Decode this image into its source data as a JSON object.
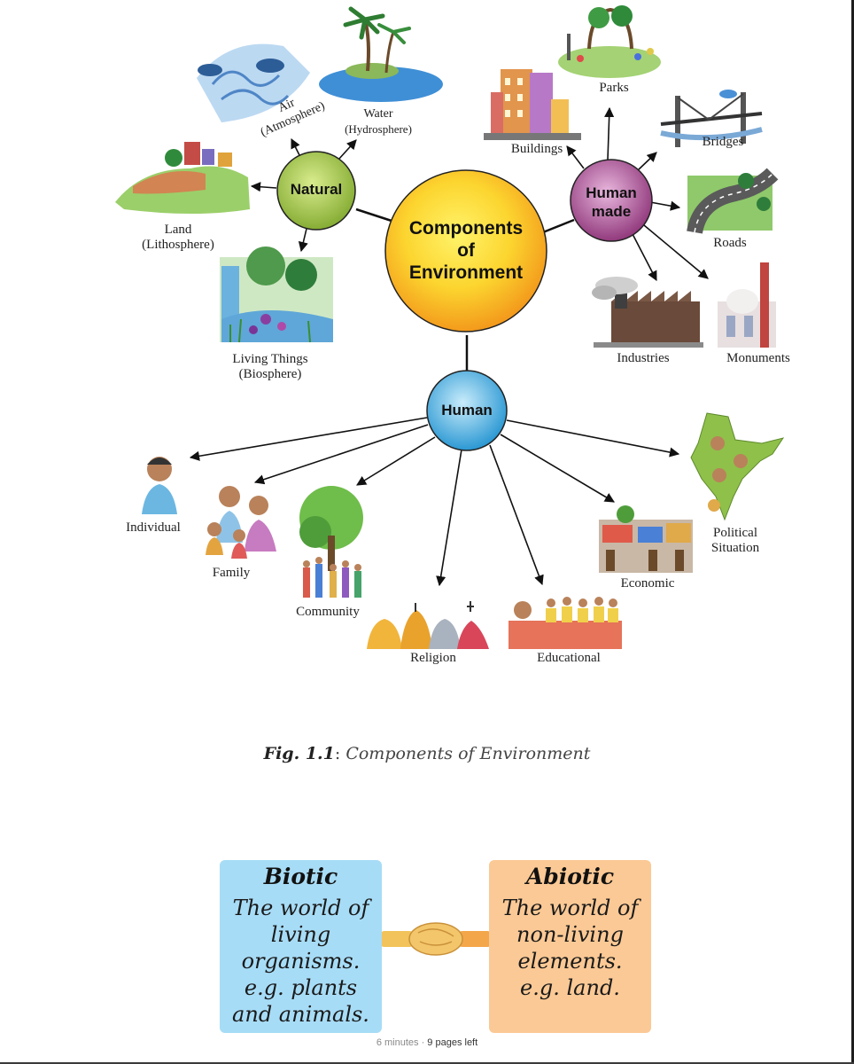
{
  "center": {
    "line1": "Components",
    "line2": "of",
    "line3": "Environment"
  },
  "natural": {
    "label": "Natural",
    "items": {
      "air": {
        "line1": "Air",
        "line2": "(Atmosphere)"
      },
      "water": {
        "line1": "Water",
        "line2": "(Hydrosphere)"
      },
      "land": {
        "line1": "Land",
        "line2": "(Lithosphere)"
      },
      "living": {
        "line1": "Living Things",
        "line2": "(Biosphere)"
      }
    }
  },
  "human_made": {
    "line1": "Human",
    "line2": "made",
    "items": {
      "parks": "Parks",
      "buildings": "Buildings",
      "bridges": "Bridges",
      "roads": "Roads",
      "industries": "Industries",
      "monuments": "Monuments"
    }
  },
  "human": {
    "label": "Human",
    "items": {
      "individual": "Individual",
      "family": "Family",
      "community": "Community",
      "religion": "Religion",
      "educational": "Educational",
      "economic": "Economic",
      "political_line1": "Political",
      "political_line2": "Situation"
    }
  },
  "caption": {
    "fig": "Fig. 1.1",
    "sep": ": ",
    "text": "Components of Environment"
  },
  "biotic": {
    "title": "Biotic",
    "body": "The world of\nliving\norganisms.\ne.g. plants\nand animals."
  },
  "abiotic": {
    "title": "Abiotic",
    "body": "The world of\nnon-living\nelements.\ne.g. land."
  },
  "footer": {
    "time": "6 minutes",
    "sep": " · ",
    "pages": "9 pages left"
  },
  "colors": {
    "center_outer": "#f4a21d",
    "center_inner": "#fde93a",
    "natural": "#a6c94a",
    "human_made": "#a6428e",
    "human": "#3fa9dc",
    "biotic": "#a7dcf6",
    "abiotic": "#fbc995"
  }
}
